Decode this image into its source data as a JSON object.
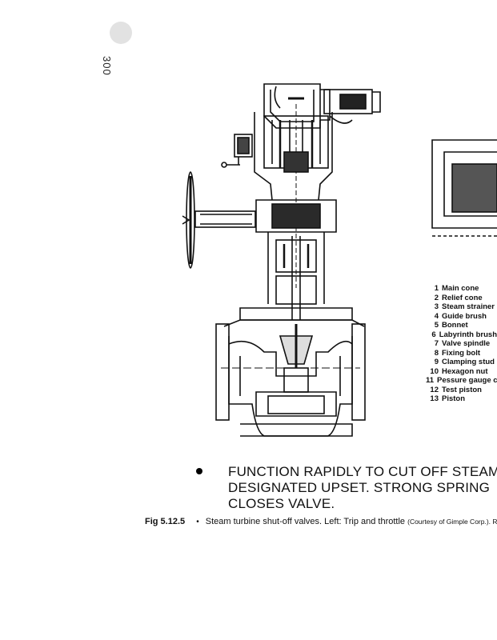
{
  "page": {
    "number": "300"
  },
  "legend": [
    {
      "num": "1",
      "label": "Main cone"
    },
    {
      "num": "2",
      "label": "Relief cone"
    },
    {
      "num": "3",
      "label": "Steam strainer"
    },
    {
      "num": "4",
      "label": "Guide brush"
    },
    {
      "num": "5",
      "label": "Bonnet"
    },
    {
      "num": "6",
      "label": "Labyrinth brush"
    },
    {
      "num": "7",
      "label": "Valve spindle"
    },
    {
      "num": "8",
      "label": "Fixing bolt"
    },
    {
      "num": "9",
      "label": "Clamping stud"
    },
    {
      "num": "10",
      "label": "Hexagon nut"
    },
    {
      "num": "11",
      "label": "Pessure gauge c"
    },
    {
      "num": "12",
      "label": "Test piston"
    },
    {
      "num": "13",
      "label": "Piston"
    }
  ],
  "slide": {
    "lines": [
      "FUNCTION RAPIDLY TO CUT OFF STEAM",
      "DESIGNATED UPSET.   STRONG SPRING",
      "CLOSES VALVE."
    ]
  },
  "caption": {
    "label": "Fig 5.12.5",
    "separator": "•",
    "text": "Steam turbine shut-off valves. Left: Trip and throttle",
    "credit": "(Courtesy of Gimple Corp.). Rig"
  }
}
